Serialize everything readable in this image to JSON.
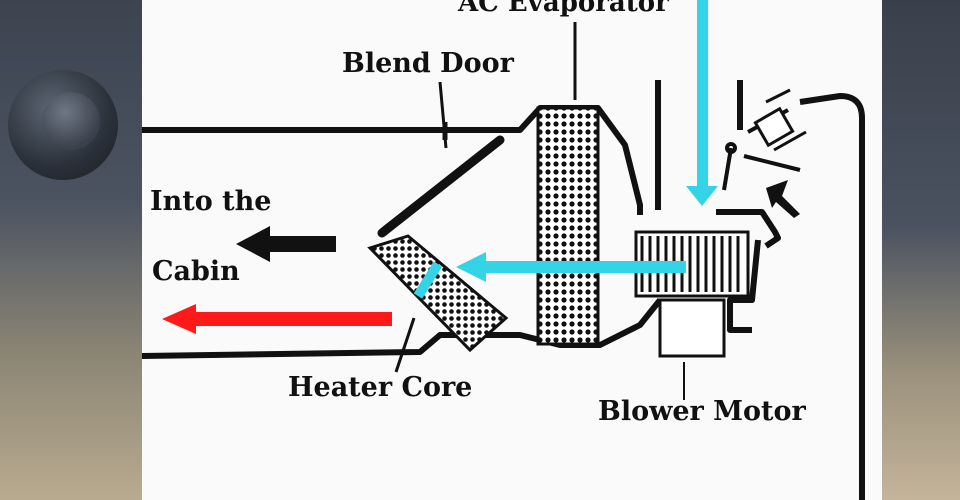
{
  "labels": {
    "ac_evaporator": "AC Evaporator",
    "blend_door": "Blend Door",
    "into_the": "Into the",
    "cabin": "Cabin",
    "heater_core": "Heater Core",
    "blower_motor": "Blower Motor"
  },
  "colors": {
    "cold_air": "#35d3e6",
    "hot_air": "#ff1a1a",
    "cabin_air": "#111111",
    "panel_bg": "#fafafa"
  }
}
